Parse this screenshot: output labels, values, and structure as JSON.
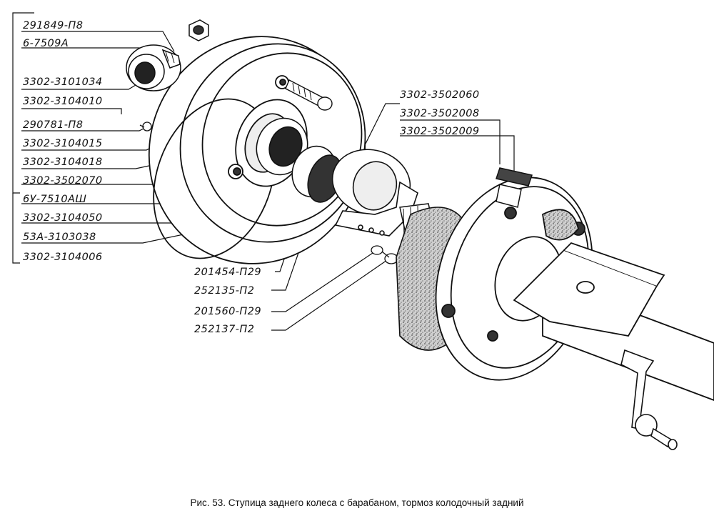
{
  "figure": {
    "caption": "Рис. 53. Ступица заднего колеса с барабаном, тормоз колодочный задний",
    "callouts": [
      {
        "id": "c1",
        "text": "291849-П8"
      },
      {
        "id": "c2",
        "text": "6-7509А"
      },
      {
        "id": "c3",
        "text": "3302-3101034"
      },
      {
        "id": "c4",
        "text": "3302-3104010"
      },
      {
        "id": "c5",
        "text": "290781-П8"
      },
      {
        "id": "c6",
        "text": "3302-3104015"
      },
      {
        "id": "c7",
        "text": "3302-3104018"
      },
      {
        "id": "c8",
        "text": "3302-3502070"
      },
      {
        "id": "c9",
        "text": "6У-7510АШ"
      },
      {
        "id": "c10",
        "text": "3302-3104050"
      },
      {
        "id": "c11",
        "text": "53А-3103038"
      },
      {
        "id": "c12",
        "text": "3302-3104006"
      },
      {
        "id": "c13",
        "text": "3302-3502060"
      },
      {
        "id": "c14",
        "text": "3302-3502008"
      },
      {
        "id": "c15",
        "text": "3302-3502009"
      },
      {
        "id": "c16",
        "text": "201454-П29"
      },
      {
        "id": "c17",
        "text": "252135-П2"
      },
      {
        "id": "c18",
        "text": "201560-П29"
      },
      {
        "id": "c19",
        "text": "252137-П2"
      }
    ]
  }
}
